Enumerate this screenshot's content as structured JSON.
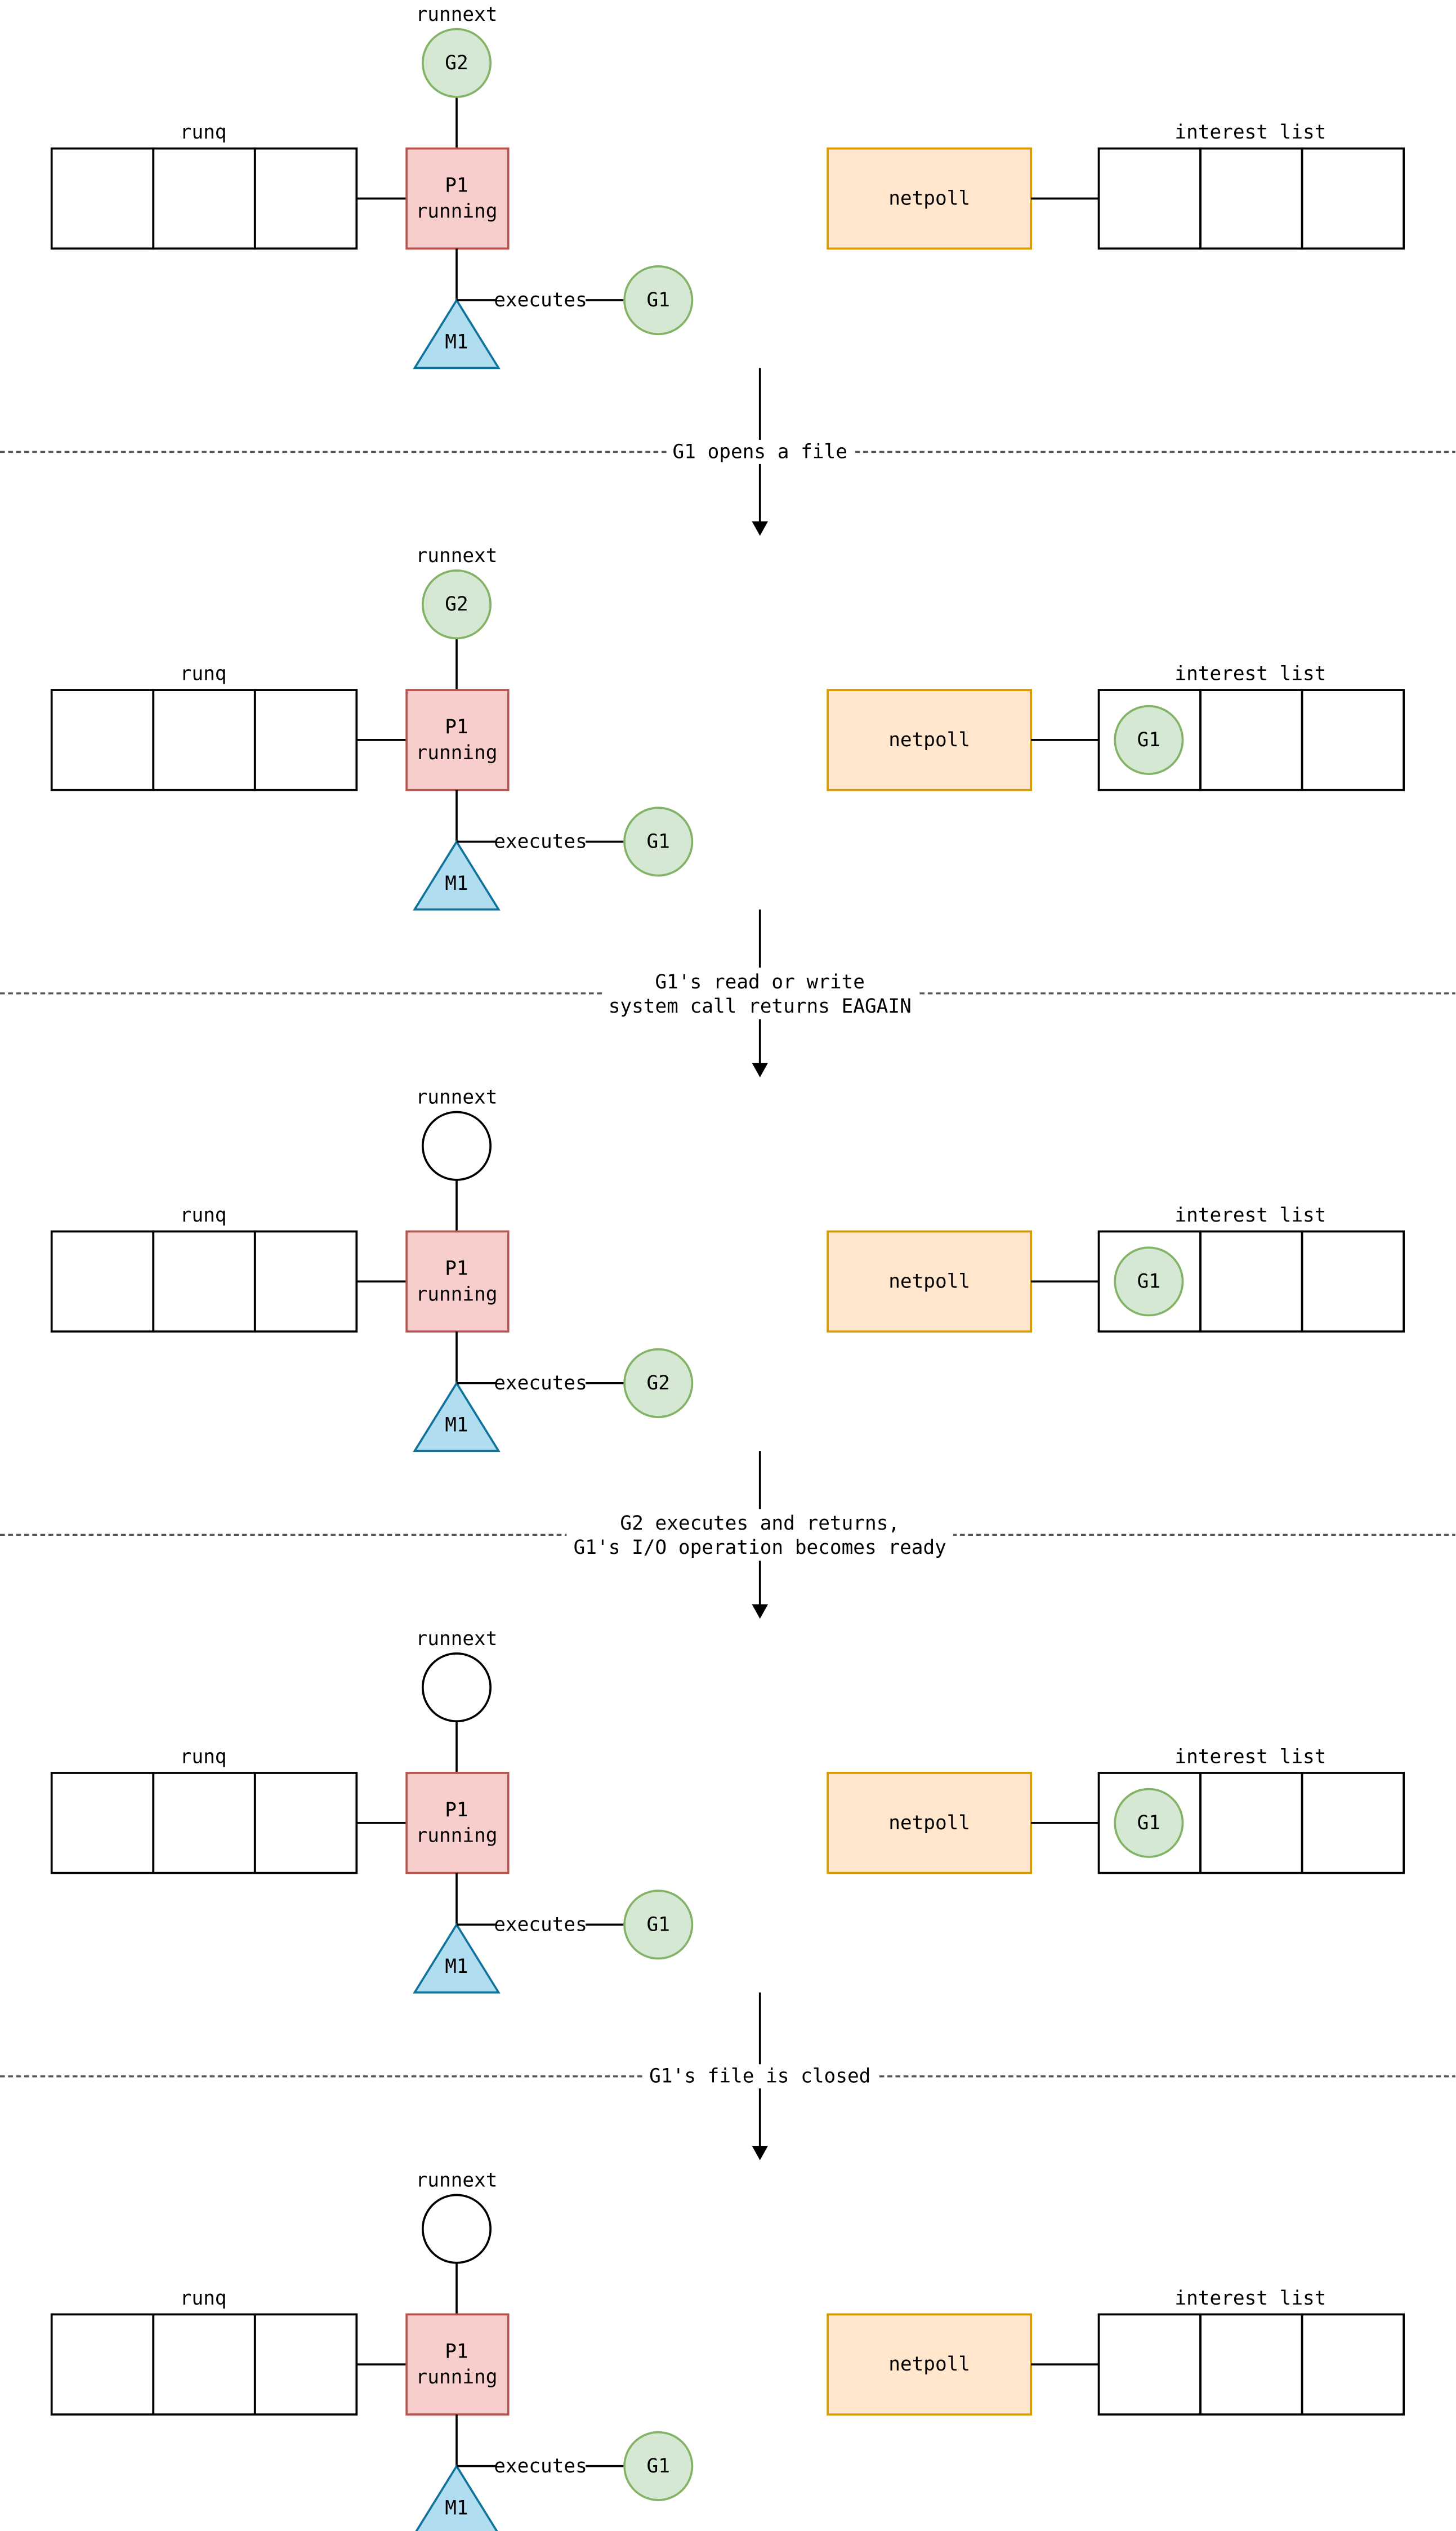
{
  "colors": {
    "processor_fill": "#f8cecc",
    "processor_stroke": "#b85450",
    "goroutine_fill": "#d5e8d4",
    "goroutine_stroke": "#82b366",
    "machine_fill": "#b1ddf0",
    "machine_stroke": "#10739e",
    "netpoll_fill": "#ffe6cc",
    "netpoll_stroke": "#d79b00",
    "line": "#000000"
  },
  "stages": [
    {
      "runnext_label": "runnext",
      "runnext_goroutine": "G2",
      "runq_label": "runq",
      "processor_line1": "P1",
      "processor_line2": "running",
      "machine_label": "M1",
      "executes_label": "executes",
      "executing_goroutine": "G1",
      "netpoll_label": "netpoll",
      "interest_label": "interest list",
      "interest_goroutine": ""
    },
    {
      "runnext_label": "runnext",
      "runnext_goroutine": "G2",
      "runq_label": "runq",
      "processor_line1": "P1",
      "processor_line2": "running",
      "machine_label": "M1",
      "executes_label": "executes",
      "executing_goroutine": "G1",
      "netpoll_label": "netpoll",
      "interest_label": "interest list",
      "interest_goroutine": "G1"
    },
    {
      "runnext_label": "runnext",
      "runnext_goroutine": "",
      "runq_label": "runq",
      "processor_line1": "P1",
      "processor_line2": "running",
      "machine_label": "M1",
      "executes_label": "executes",
      "executing_goroutine": "G2",
      "netpoll_label": "netpoll",
      "interest_label": "interest list",
      "interest_goroutine": "G1"
    },
    {
      "runnext_label": "runnext",
      "runnext_goroutine": "",
      "runq_label": "runq",
      "processor_line1": "P1",
      "processor_line2": "running",
      "machine_label": "M1",
      "executes_label": "executes",
      "executing_goroutine": "G1",
      "netpoll_label": "netpoll",
      "interest_label": "interest list",
      "interest_goroutine": "G1"
    },
    {
      "runnext_label": "runnext",
      "runnext_goroutine": "",
      "runq_label": "runq",
      "processor_line1": "P1",
      "processor_line2": "running",
      "machine_label": "M1",
      "executes_label": "executes",
      "executing_goroutine": "G1",
      "netpoll_label": "netpoll",
      "interest_label": "interest list",
      "interest_goroutine": ""
    }
  ],
  "transitions": [
    {
      "lines": [
        "G1 opens a file"
      ]
    },
    {
      "lines": [
        "G1's read or write",
        "system call returns EAGAIN"
      ]
    },
    {
      "lines": [
        "G2 executes and returns,",
        "G1's I/O operation becomes ready"
      ]
    },
    {
      "lines": [
        "G1's file is closed"
      ]
    }
  ]
}
